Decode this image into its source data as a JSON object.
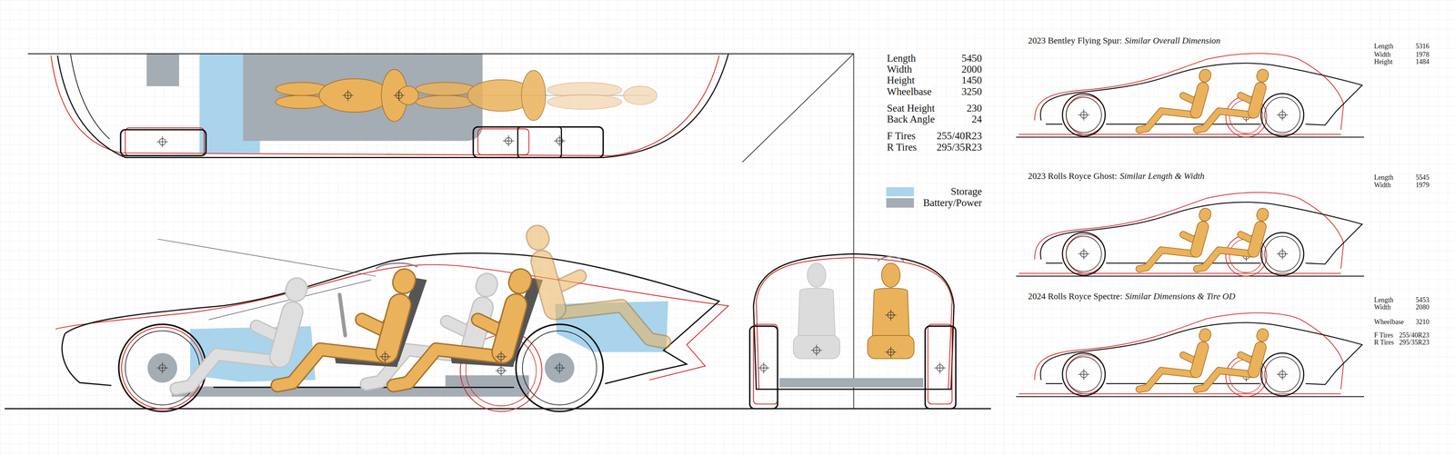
{
  "diagram": {
    "labels": [
      "Length",
      "5450",
      "Width",
      "2000",
      "Height",
      "1450",
      "Wheelbase",
      "3250",
      "Seat Height",
      "230",
      "Back Angle",
      "24",
      "F Tires",
      "255/40R23",
      "R Tires",
      "295/35R23",
      "2023 Bentley Flying Spur:",
      "Similar Overall Dimension",
      "Length",
      "5316",
      "Width",
      "1978",
      "Height",
      "1484",
      "2023 Rolls Royce Ghost:",
      "Similar Length & Width",
      "Length",
      "5545",
      "Width",
      "1979",
      "2024 Rolls Royce Spectre:",
      "Similar Dimensions & Tire OD",
      "Length",
      "5453",
      "Width",
      "2080",
      "Wheelbase",
      "3210",
      "F Tires",
      "255/40R23",
      "R Tires",
      "295/35R23"
    ],
    "legend": [
      {
        "text": "Storage",
        "color": "#a9d4ec"
      },
      {
        "text": "Battery/Power",
        "color": "#a4acb4"
      }
    ]
  }
}
